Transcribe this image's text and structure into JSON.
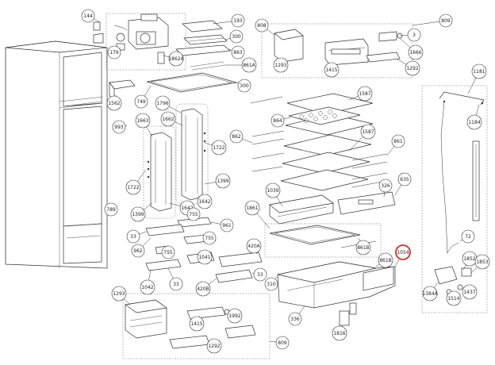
{
  "diagram": {
    "highlight_color": "#d62b2b",
    "callouts": [
      {
        "id": "c144",
        "label": "144"
      },
      {
        "id": "c1862a",
        "label": "1862A"
      },
      {
        "id": "c179",
        "label": "179"
      },
      {
        "id": "c193",
        "label": "193"
      },
      {
        "id": "c300a",
        "label": "300"
      },
      {
        "id": "c863",
        "label": "863"
      },
      {
        "id": "c861a",
        "label": "861A"
      },
      {
        "id": "c300b",
        "label": "300"
      },
      {
        "id": "c1562",
        "label": "1562"
      },
      {
        "id": "c749",
        "label": "749"
      },
      {
        "id": "c1796",
        "label": "1796"
      },
      {
        "id": "c808",
        "label": "808"
      },
      {
        "id": "c809a",
        "label": "809"
      },
      {
        "id": "c1293a",
        "label": "1293"
      },
      {
        "id": "c3",
        "label": "3"
      },
      {
        "id": "c1666",
        "label": "1666"
      },
      {
        "id": "c1415a",
        "label": "1415"
      },
      {
        "id": "c1292a",
        "label": "1292"
      },
      {
        "id": "c1181",
        "label": "1181"
      },
      {
        "id": "c1184",
        "label": "1184"
      },
      {
        "id": "c1587a",
        "label": "1587"
      },
      {
        "id": "c864",
        "label": "864"
      },
      {
        "id": "c1587b",
        "label": "1587"
      },
      {
        "id": "c862",
        "label": "862"
      },
      {
        "id": "c861b",
        "label": "861"
      },
      {
        "id": "c993",
        "label": "993"
      },
      {
        "id": "c1662",
        "label": "1662"
      },
      {
        "id": "c1663",
        "label": "1663"
      },
      {
        "id": "c1722a",
        "label": "1722"
      },
      {
        "id": "c1722b",
        "label": "1722"
      },
      {
        "id": "c1399a",
        "label": "1399"
      },
      {
        "id": "c1399b",
        "label": "1399"
      },
      {
        "id": "c1642a",
        "label": "1642"
      },
      {
        "id": "c1642b",
        "label": "1642"
      },
      {
        "id": "c789",
        "label": "789"
      },
      {
        "id": "c1039",
        "label": "1039"
      },
      {
        "id": "c326",
        "label": "326"
      },
      {
        "id": "c635",
        "label": "635"
      },
      {
        "id": "c1861",
        "label": "1861"
      },
      {
        "id": "c961",
        "label": "961"
      },
      {
        "id": "c33a",
        "label": "33"
      },
      {
        "id": "c755a",
        "label": "755"
      },
      {
        "id": "c755b",
        "label": "755"
      },
      {
        "id": "c962",
        "label": "962"
      },
      {
        "id": "c755c",
        "label": "755"
      },
      {
        "id": "c420a",
        "label": "420A"
      },
      {
        "id": "c1041",
        "label": "1041"
      },
      {
        "id": "c33b",
        "label": "33"
      },
      {
        "id": "c1042",
        "label": "1042"
      },
      {
        "id": "c33c",
        "label": "33"
      },
      {
        "id": "c420b",
        "label": "420B"
      },
      {
        "id": "c861b2",
        "label": "861B"
      },
      {
        "id": "c861b3",
        "label": "861B"
      },
      {
        "id": "c1054",
        "label": "1054"
      },
      {
        "id": "c310",
        "label": "310"
      },
      {
        "id": "c72",
        "label": "72"
      },
      {
        "id": "c1852",
        "label": "1852"
      },
      {
        "id": "c1853",
        "label": "1853"
      },
      {
        "id": "c1437",
        "label": "1437"
      },
      {
        "id": "c1514",
        "label": "1514"
      },
      {
        "id": "c1384a",
        "label": "1384A"
      },
      {
        "id": "c1293b",
        "label": "1293"
      },
      {
        "id": "c1415b",
        "label": "1415"
      },
      {
        "id": "c1992",
        "label": "1992"
      },
      {
        "id": "c1292b",
        "label": "1292"
      },
      {
        "id": "c809b",
        "label": "809"
      },
      {
        "id": "c336",
        "label": "336"
      },
      {
        "id": "c1816",
        "label": "1816"
      }
    ]
  }
}
